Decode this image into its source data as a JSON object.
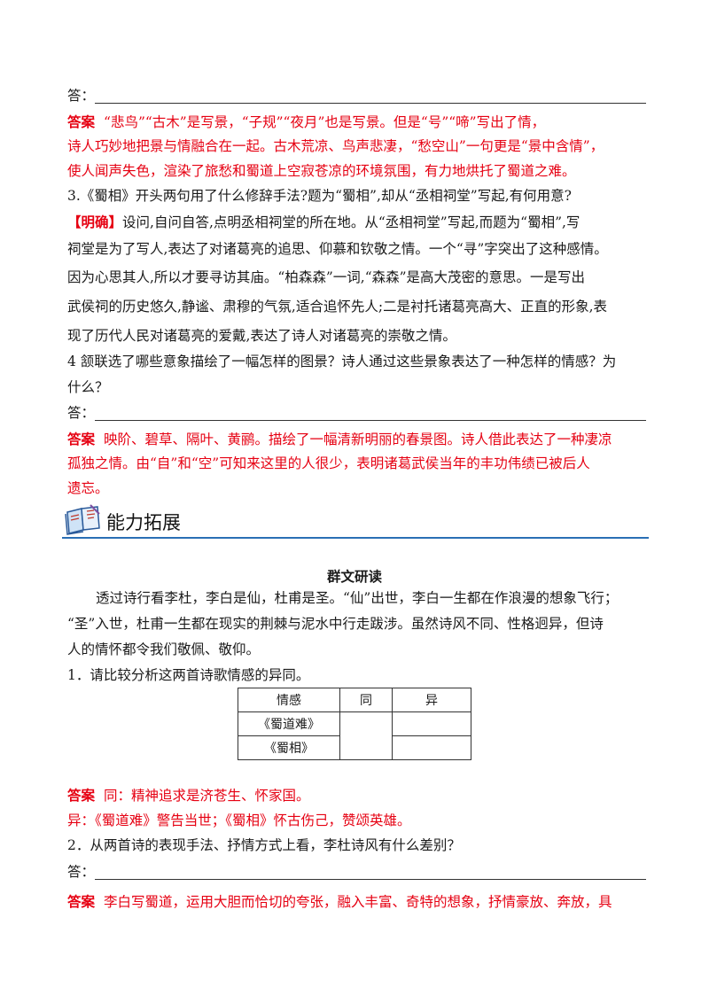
{
  "answer_prefix": "答：",
  "answer_label": "答案",
  "q2_answer": {
    "l1": "“悲鸟”“古木”是写景，“子规”“夜月”也是写景。但是“号”“啼”写出了情，",
    "l2": "诗人巧妙地把景与情融合在一起。古木荒凉、鸟声悲凄，“愁空山”一句更是“景中含情”，",
    "l3": "使人闻声失色，渲染了旅愁和蜀道上空寂苍凉的环境氛围，有力地烘托了蜀道之难。"
  },
  "q3": {
    "question": "3.《蜀相》开头两句用了什么修辞手法?题为“蜀相”,却从“丞相祠堂”写起,有何用意?",
    "label": "【明确】",
    "l1": "设问,自问自答,点明丞相祠堂的所在地。从“丞相祠堂”写起,而题为“蜀相”,写",
    "l2": "祠堂是为了写人,表达了对诸葛亮的追思、仰慕和钦敬之情。一个“寻”字突出了这种感情。",
    "l3": "因为心思其人,所以才要寻访其庙。“柏森森”一词,“森森”是高大茂密的意思。一是写出",
    "l4": "武侯祠的历史悠久,静谧、肃穆的气氛,适合追怀先人;二是衬托诸葛亮高大、正直的形象,表",
    "l5": "现了历代人民对诸葛亮的爱戴,表达了诗人对诸葛亮的崇敬之情。"
  },
  "q4": {
    "l1": "4 颔联选了哪些意象描绘了一幅怎样的图景？诗人通过这些景象表达了一种怎样的情感？为",
    "l2": "什么？",
    "a1": "映阶、碧草、隔叶、黄鹂。描绘了一幅清新明丽的春景图。诗人借此表达了一种凄凉",
    "a2": "孤独之情。由“自”和“空”可知来这里的人很少，表明诸葛武侯当年的丰功伟绩已被后人",
    "a3": "遗忘。"
  },
  "section": {
    "title": "能力拓展",
    "icon": "book-icon"
  },
  "group_reading": {
    "title": "群文研读",
    "p1": "透过诗行看李杜，李白是仙，杜甫是圣。“仙”出世，李白一生都在作浪漫的想象飞行；",
    "p2": "“圣”入世，杜甫一生都在现实的荆棘与泥水中行走跋涉。虽然诗风不同、性格迥异，但诗",
    "p3": "人的情怀都令我们敬佩、敬仰。"
  },
  "gq1": {
    "question": "1．请比较分析这两首诗歌情感的异同。",
    "table": {
      "headers": [
        "情感",
        "同",
        "异"
      ],
      "rows": [
        "《蜀道难》",
        "《蜀相》"
      ]
    },
    "a1": "同：精神追求是济苍生、怀家国。",
    "a2": "异：《蜀道难》警告当世；《蜀相》怀古伤己，赞颂英雄。"
  },
  "gq2": {
    "question": "2．从两首诗的表现手法、抒情方式上看，李杜诗风有什么差别？",
    "a1": "李白写蜀道，运用大胆而恰切的夸张，融入丰富、奇特的想象，抒情豪放、奔放，具"
  },
  "colors": {
    "answer": "#e60012",
    "accent": "#2a6fb5"
  }
}
